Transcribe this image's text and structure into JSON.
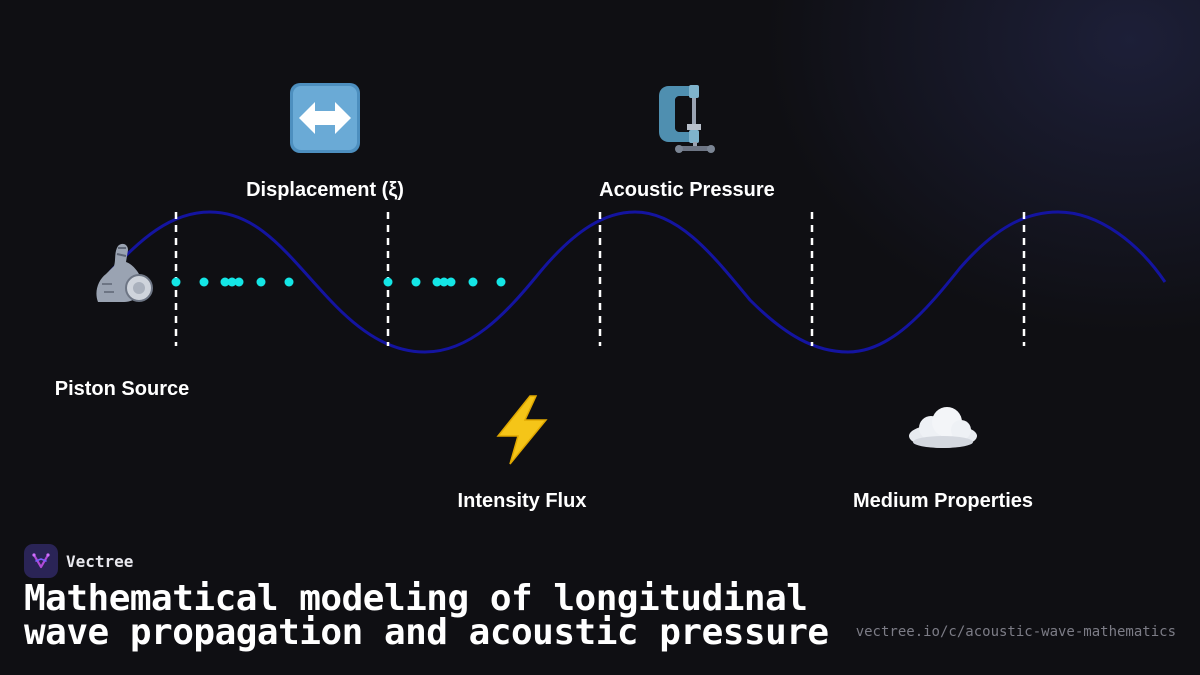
{
  "diagram": {
    "nodes": [
      {
        "id": "piston",
        "label": "Piston Source",
        "icon": "flexed-biceps-icon"
      },
      {
        "id": "displacement",
        "label": "Displacement (ξ)",
        "icon": "left-right-arrow-icon"
      },
      {
        "id": "pressure",
        "label": "Acoustic Pressure",
        "icon": "clamp-icon"
      },
      {
        "id": "intensity",
        "label": "Intensity Flux",
        "icon": "lightning-icon"
      },
      {
        "id": "medium",
        "label": "Medium Properties",
        "icon": "cloud-icon"
      }
    ],
    "colors": {
      "wave": "#1414a0",
      "particles": "#14e6e6",
      "dividers": "#ffffff",
      "background": "#0f0f13"
    }
  },
  "brand": {
    "name": "Vectree"
  },
  "headline": {
    "line1": "Mathematical modeling of longitudinal",
    "line2": "wave propagation and acoustic pressure"
  },
  "url": "vectree.io/c/acoustic-wave-mathematics"
}
